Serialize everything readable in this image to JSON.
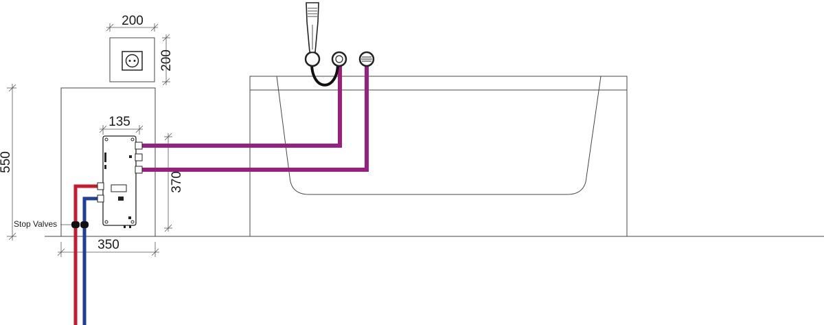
{
  "dimensions": {
    "socket_width": "200",
    "socket_height": "200",
    "panel_height": "550",
    "unit_width": "135",
    "outlet_height": "370",
    "panel_width": "350"
  },
  "labels": {
    "stop_valves": "Stop Valves"
  },
  "colors": {
    "hot_pipe": "#c8192e",
    "cold_pipe": "#1f3f99",
    "outlet_pipe": "#9a1f82",
    "hose": "#111111",
    "line": "#444444"
  },
  "icons": {
    "socket": "power-socket-icon",
    "hand_shower": "hand-shower-icon",
    "valve": "stop-valve-icon"
  }
}
